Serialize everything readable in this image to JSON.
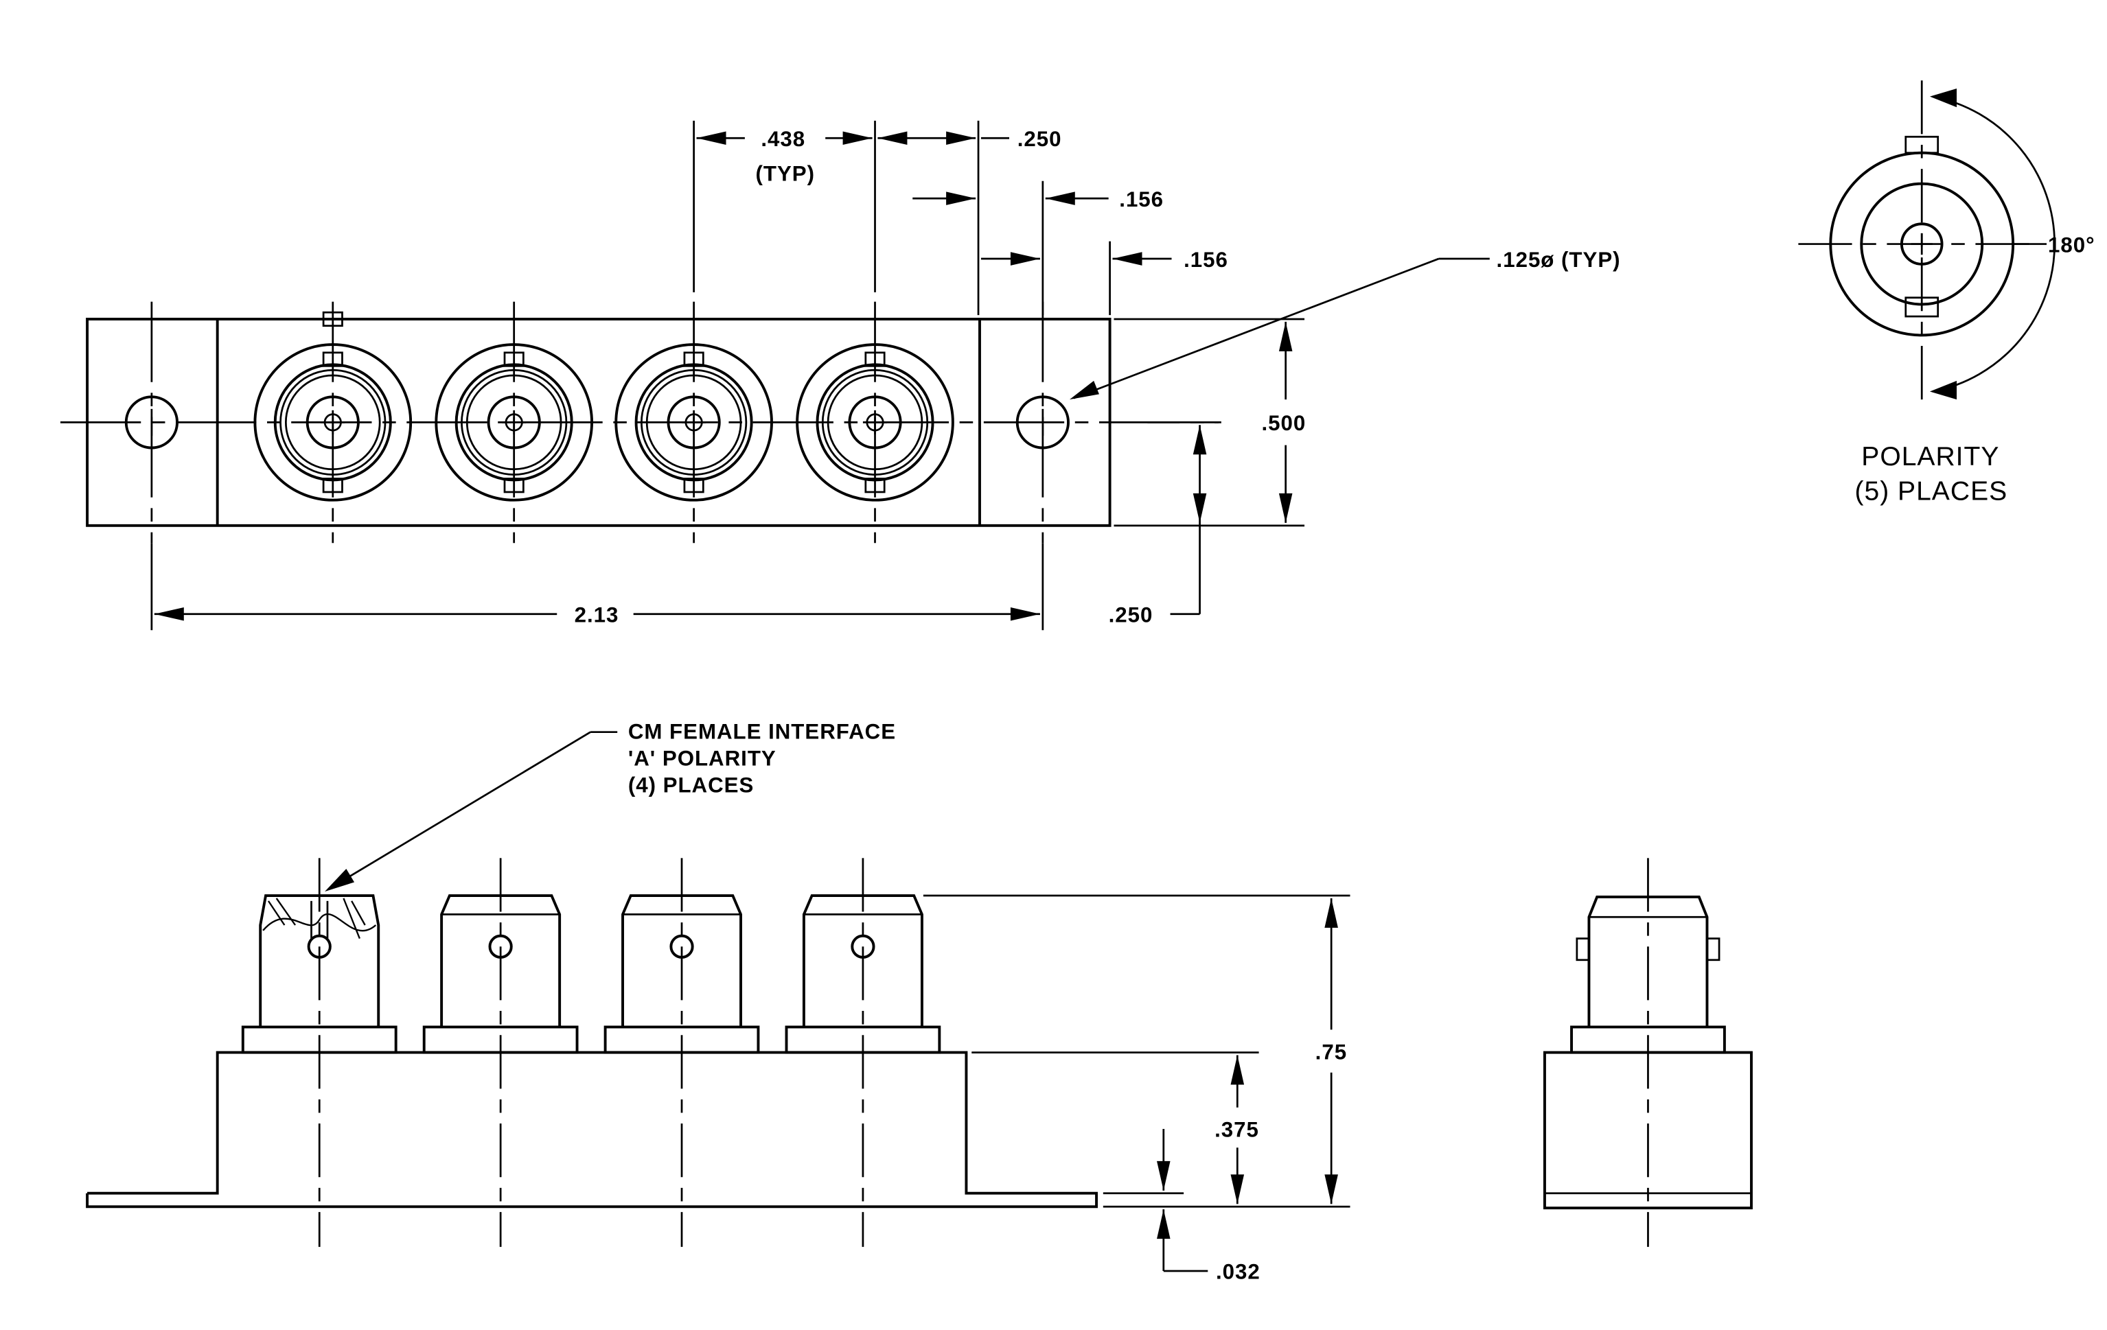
{
  "dimensions": {
    "pitch": ".438",
    "pitch_typ": "(TYP)",
    "edge_to_plate": ".250",
    "plate_offset": ".156",
    "hole_offset": ".156",
    "hole_dia": ".125ø (TYP)",
    "plate_height": ".500",
    "overall_length": "2.13",
    "hole_center_height": ".250",
    "overall_height": ".75",
    "body_height": ".375",
    "flange_thickness": ".032"
  },
  "polarity": {
    "angle": "180°",
    "title": "POLARITY",
    "places": "(5) PLACES"
  },
  "interface_note": {
    "line1": "CM FEMALE INTERFACE",
    "line2": "'A' POLARITY",
    "line3": "(4)  PLACES"
  }
}
